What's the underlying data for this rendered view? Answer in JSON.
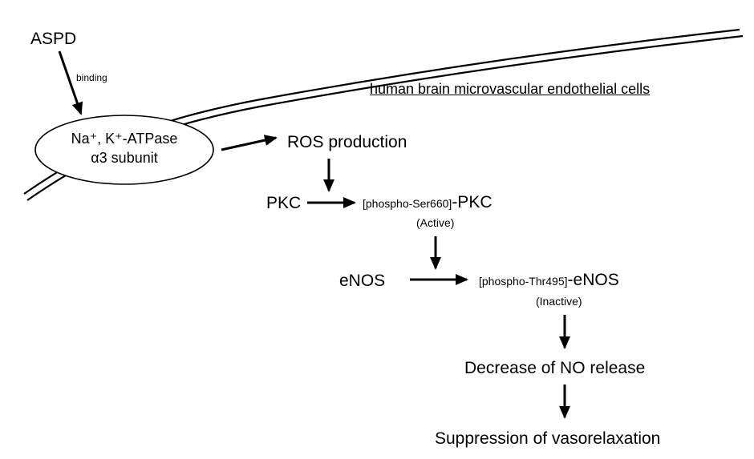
{
  "labels": {
    "aspd": "ASPD",
    "binding": "binding",
    "cell_type": "human brain microvascular endothelial cells",
    "receptor_line1": "Na⁺, K⁺-ATPase",
    "receptor_line2": "α3 subunit",
    "ros": "ROS production",
    "pkc": "PKC",
    "pkc_phospho_prefix": "[phospho-Ser660]",
    "pkc_phospho_suffix": "-PKC",
    "pkc_state": "(Active)",
    "enos": "eNOS",
    "enos_phospho_prefix": "[phospho-Thr495]",
    "enos_phospho_suffix": "-eNOS",
    "enos_state": "(Inactive)",
    "no_release": "Decrease of NO release",
    "vasorelaxation": "Suppression of vasorelaxation"
  },
  "colors": {
    "ink": "#000000",
    "background": "#ffffff"
  }
}
